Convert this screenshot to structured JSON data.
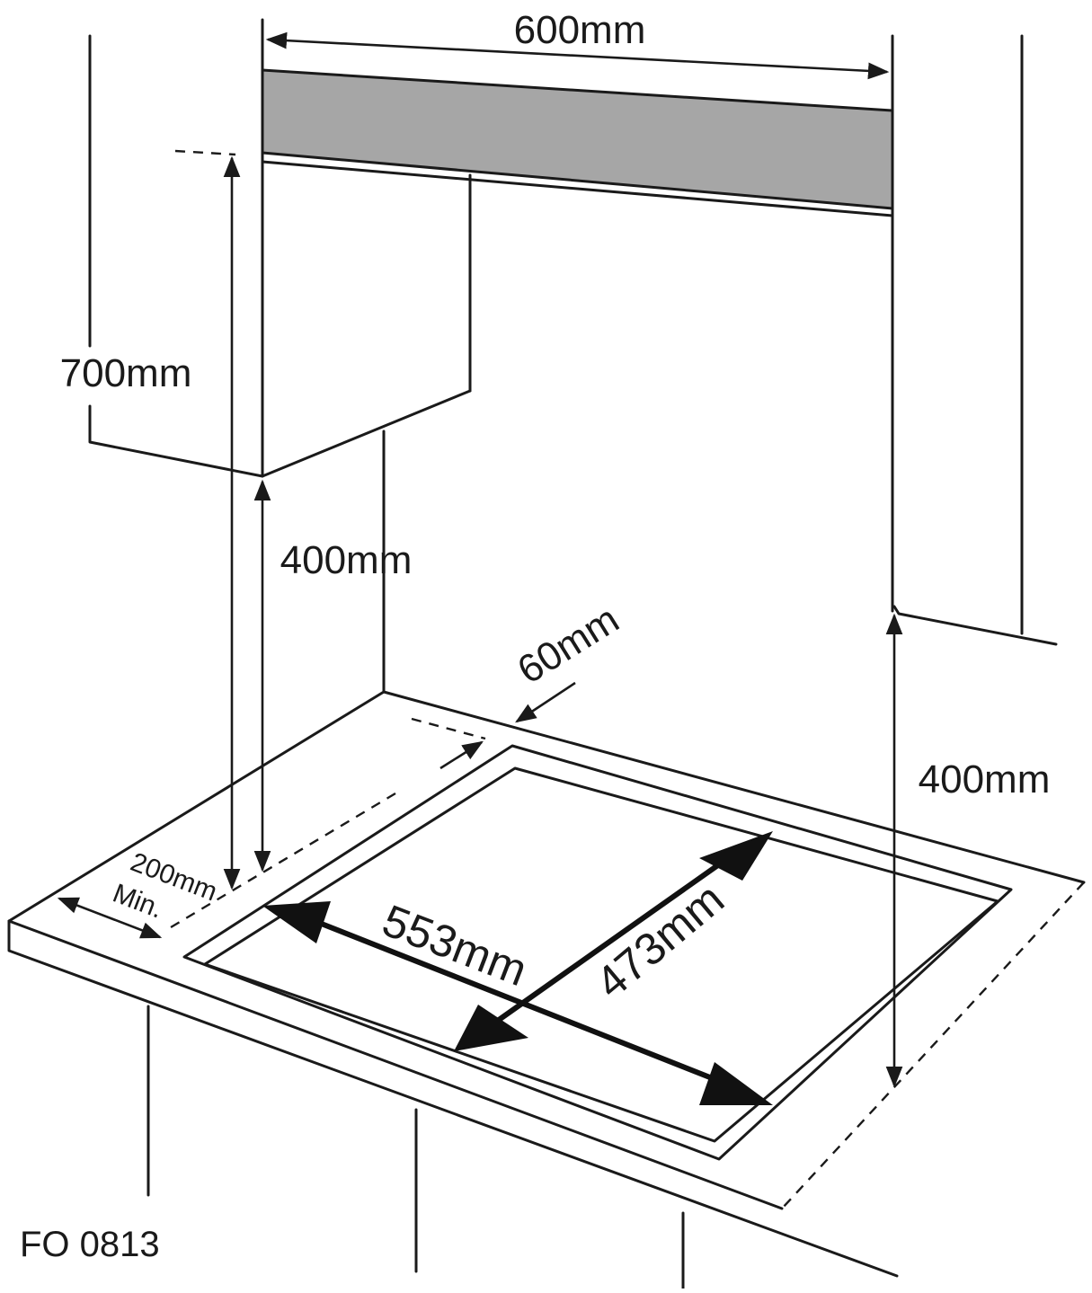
{
  "dimensions": {
    "width_600": "600mm",
    "height_700": "700mm",
    "left_clearance_400": "400mm",
    "right_clearance_400": "400mm",
    "rear_gap_60": "60mm",
    "side_min_200": "200mm",
    "side_min_label": "Min.",
    "cutout_width_553": "553mm",
    "cutout_depth_473": "473mm"
  },
  "figure_code": "FO 0813",
  "colors": {
    "hood": "#a6a6a6",
    "lines": "#1a1a1a",
    "background": "#ffffff"
  }
}
